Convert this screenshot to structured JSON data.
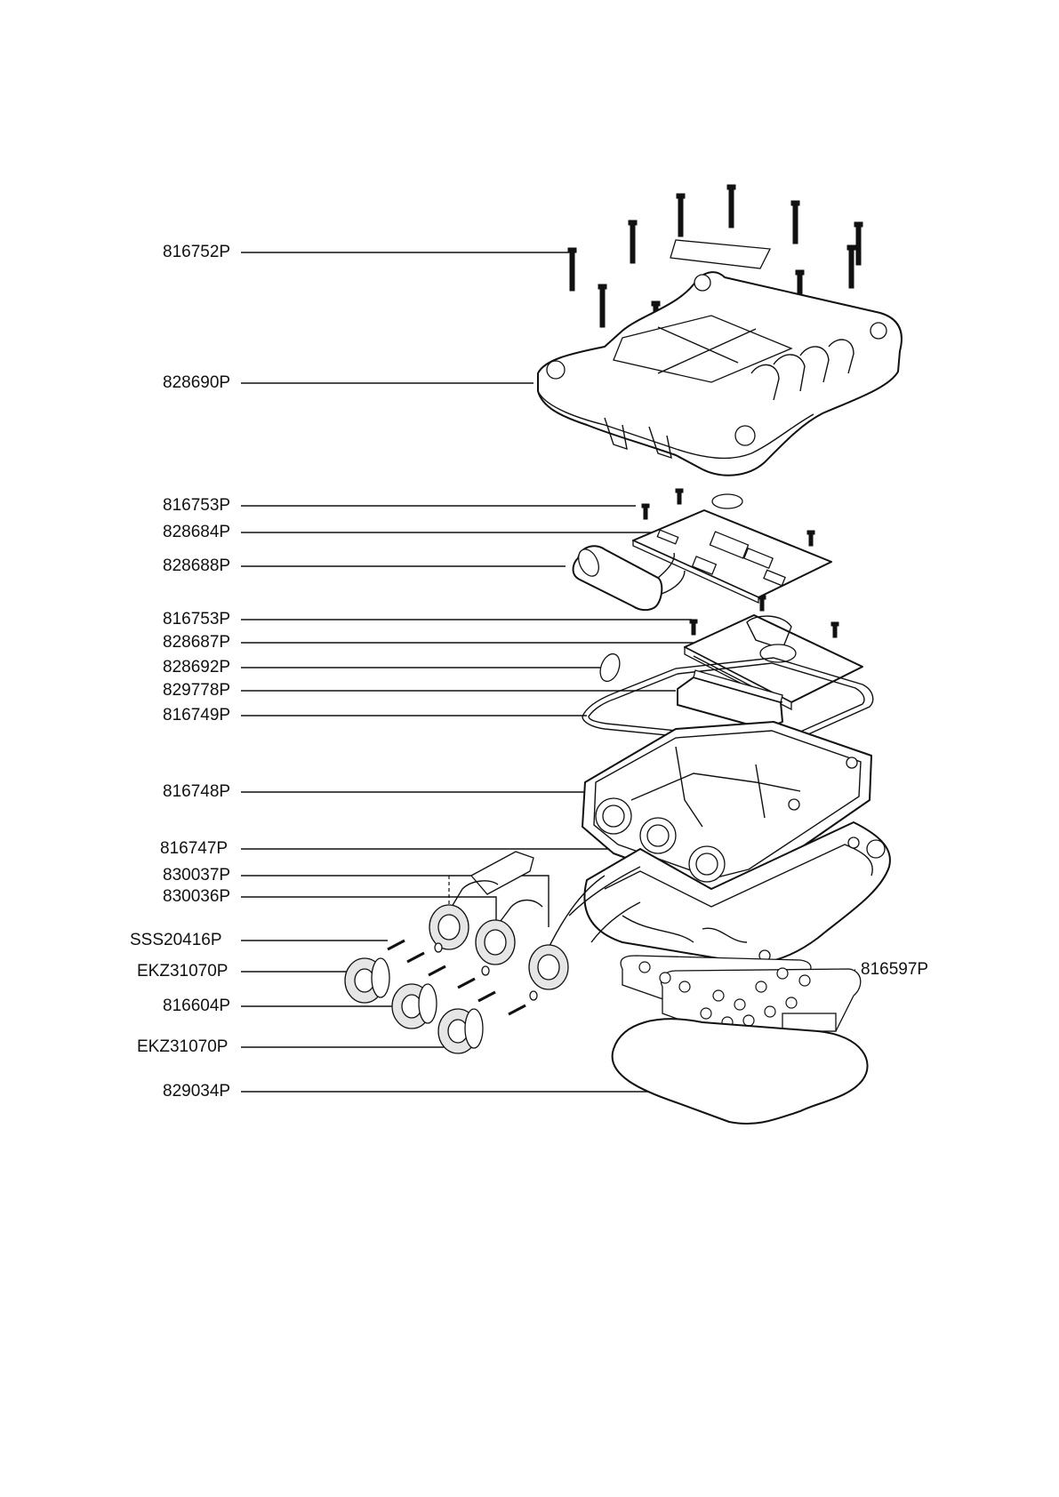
{
  "diagram": {
    "type": "exploded-parts-drawing",
    "labels": {
      "l01": "816752P",
      "l02": "828690P",
      "l03": "816753P",
      "l04": "828684P",
      "l05": "828688P",
      "l06": "816753P",
      "l07": "828687P",
      "l08": "828692P",
      "l09": "829778P",
      "l10": "816749P",
      "l11": "816748P",
      "l12": "816747P",
      "l13": "830037P",
      "l14": "830036P",
      "l15": "SSS20416P",
      "l16": "EKZ31070P",
      "l17": "816604P",
      "l18": "EKZ31070P",
      "l19": "829034P",
      "l20": "816597P"
    }
  }
}
